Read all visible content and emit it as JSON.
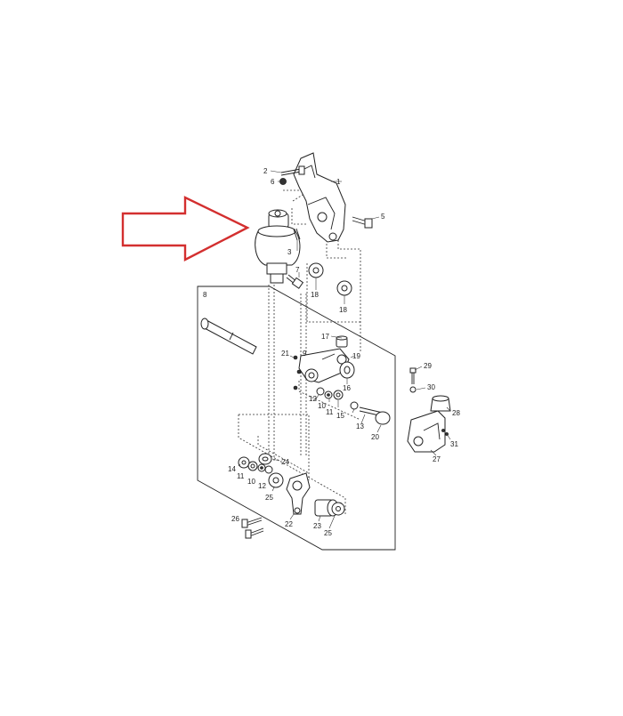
{
  "diagram": {
    "type": "exploded-parts-diagram",
    "highlight_arrow": {
      "color": "#d32f2f",
      "points_to": "air-spring"
    },
    "callouts": {
      "c1": "1",
      "c2": "2",
      "c3": "3",
      "c5": "5",
      "c6": "6",
      "c7": "7",
      "c8": "8",
      "c9": "9",
      "c10a": "10",
      "c10b": "10",
      "c11a": "11",
      "c11b": "11",
      "c12a": "12",
      "c12b": "12",
      "c13": "13",
      "c14": "14",
      "c15": "15",
      "c16": "16",
      "c17": "17",
      "c18a": "18",
      "c18b": "18",
      "c19": "19",
      "c20": "20",
      "c21": "21",
      "c22": "22",
      "c23": "23",
      "c24": "24",
      "c25a": "25",
      "c25b": "25",
      "c26": "26",
      "c27": "27",
      "c28": "28",
      "c29": "29",
      "c30": "30",
      "c31": "31"
    }
  }
}
